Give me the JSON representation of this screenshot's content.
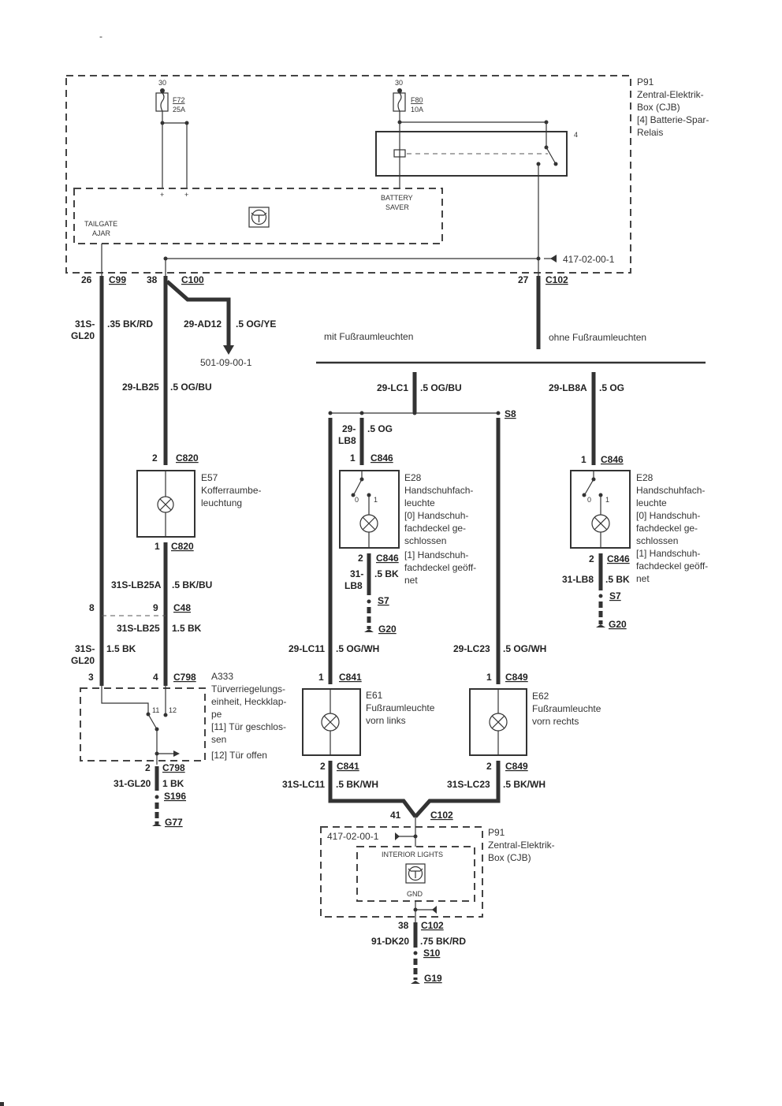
{
  "cjb_top": {
    "label_lines": [
      "P91",
      "Zentral-Elektrik-",
      "Box (CJB)",
      "[4] Batterie-Spar-",
      "Relais"
    ],
    "fuse_left": {
      "supply": "30",
      "id": "F72",
      "rating": "25A"
    },
    "fuse_right": {
      "supply": "30",
      "id": "F80",
      "rating": "10A"
    },
    "relay_pin": "4",
    "module_labels": {
      "tailgate": [
        "TAILGATE",
        "AJAR"
      ],
      "battery_saver": [
        "BATTERY",
        "SAVER"
      ]
    },
    "ref": "417-02-00-1"
  },
  "connectors_top": {
    "c99": {
      "pin": "26",
      "id": "C99"
    },
    "c100": {
      "pin": "38",
      "id": "C100"
    },
    "c102": {
      "pin": "27",
      "id": "C102"
    }
  },
  "wires": {
    "w31s_gl20": {
      "circuit": [
        "31S-",
        "GL20"
      ],
      "spec": ".35 BK/RD"
    },
    "w29_ad12": {
      "circuit": "29-AD12",
      "spec": ".5 OG/YE",
      "ref": "501-09-00-1"
    },
    "w29_lb25": {
      "circuit": "29-LB25",
      "spec": ".5 OG/BU"
    },
    "w31s_lb25a": {
      "circuit": "31S-LB25A",
      "spec": ".5 BK/BU"
    },
    "w31s_lb25": {
      "circuit": "31S-LB25",
      "spec": "1.5 BK"
    },
    "w31s_gl20b": {
      "circuit": [
        "31S-",
        "GL20"
      ],
      "spec": "1.5 BK"
    },
    "w31_gl20": {
      "circuit": "31-GL20",
      "spec": "1 BK"
    },
    "w29_lc1": {
      "circuit": "29-LC1",
      "spec": ".5 OG/BU"
    },
    "w29_lb8": {
      "circuit": [
        "29-",
        "LB8"
      ],
      "spec": ".5 OG"
    },
    "w31_lb8": {
      "circuit": [
        "31-",
        "LB8"
      ],
      "spec": ".5 BK"
    },
    "w29_lb8a": {
      "circuit": "29-LB8A",
      "spec": ".5 OG"
    },
    "w31_lb8b": {
      "circuit": "31-LB8",
      "spec": ".5 BK"
    },
    "w29_lc11": {
      "circuit": "29-LC11",
      "spec": ".5 OG/WH"
    },
    "w29_lc23": {
      "circuit": "29-LC23",
      "spec": ".5 OG/WH"
    },
    "w31s_lc11": {
      "circuit": "31S-LC11",
      "spec": ".5 BK/WH"
    },
    "w31s_lc23": {
      "circuit": "31S-LC23",
      "spec": ".5 BK/WH"
    },
    "w91_dk20": {
      "circuit": "91-DK20",
      "spec": ".75 BK/RD"
    }
  },
  "variants": {
    "with": "mit Fußraumleuchten",
    "without": "ohne Fußraumleuchten"
  },
  "splices": {
    "s8": "S8",
    "s7a": "S7",
    "s7b": "S7",
    "s196": "S196",
    "s10": "S10"
  },
  "grounds": {
    "g20a": "G20",
    "g20b": "G20",
    "g77": "G77",
    "g19": "G19"
  },
  "e57": {
    "label_lines": [
      "E57",
      "Kofferraumbe-",
      "leuchtung"
    ],
    "pin_top": "2",
    "conn_top": "C820",
    "pin_bottom": "1",
    "conn_bottom": "C820"
  },
  "c48": {
    "pin_left": "8",
    "pin_right": "9",
    "id": "C48"
  },
  "a333": {
    "label_lines": [
      "A333",
      "Türverriegelungs-",
      "einheit, Heckklap-",
      "pe",
      "[11] Tür geschlos-",
      "sen",
      "[12] Tür offen"
    ],
    "pin_left": "3",
    "pin_right": "4",
    "conn_top": "C798",
    "pin_bottom": "2",
    "conn_bottom": "C798",
    "switch_positions": [
      "11",
      "12"
    ]
  },
  "e28_left": {
    "label_lines": [
      "E28",
      "Handschuhfach-",
      "leuchte",
      "[0] Handschuh-",
      "fachdeckel ge-",
      "schlossen",
      "[1] Handschuh-",
      "fachdeckel geöff-",
      "net"
    ],
    "pin_top": "1",
    "conn_top": "C846",
    "pin_bottom": "2",
    "conn_bottom": "C846",
    "switch_positions": [
      "0",
      "1"
    ]
  },
  "e28_right": {
    "label_lines": [
      "E28",
      "Handschuhfach-",
      "leuchte",
      "[0] Handschuh-",
      "fachdeckel ge-",
      "schlossen",
      "[1] Handschuh-",
      "fachdeckel geöff-",
      "net"
    ],
    "pin_top": "1",
    "conn_top": "C846",
    "pin_bottom": "2",
    "conn_bottom": "C846",
    "switch_positions": [
      "0",
      "1"
    ]
  },
  "e61": {
    "label_lines": [
      "E61",
      "Fußraumleuchte",
      "vorn links"
    ],
    "pin_top": "1",
    "conn_top": "C841",
    "pin_bottom": "2",
    "conn_bottom": "C841"
  },
  "e62": {
    "label_lines": [
      "E62",
      "Fußraumleuchte",
      "vorn rechts"
    ],
    "pin_top": "1",
    "conn_top": "C849",
    "pin_bottom": "2",
    "conn_bottom": "C849"
  },
  "cjb_bottom": {
    "label_lines": [
      "P91",
      "Zentral-Elektrik-",
      "Box (CJB)"
    ],
    "ref": "417-02-00-1",
    "module_labels": {
      "top": "INTERIOR LIGHTS",
      "bottom": "GND"
    },
    "conn_in": {
      "pin": "41",
      "id": "C102"
    },
    "conn_out": {
      "pin": "38",
      "id": "C102"
    }
  },
  "page_mark": "-"
}
